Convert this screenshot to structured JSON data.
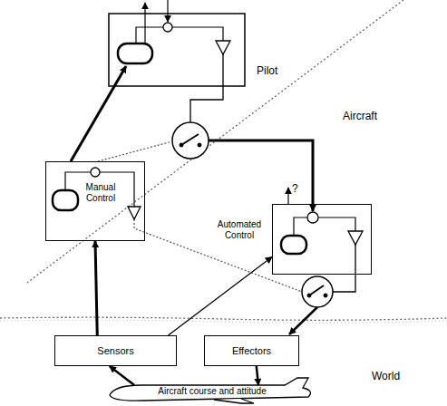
{
  "diagram": {
    "nodes": [
      {
        "text": [
          "Manual Control"
        ]
      },
      {
        "text": [
          "Automated Control"
        ]
      },
      {
        "text": [
          "Sensors"
        ]
      },
      {
        "text": [
          "Effectors"
        ]
      },
      {
        "text": [
          "Aircraft course and attitude"
        ]
      }
    ],
    "edges": [
      {
        "from": 2,
        "to": 0,
        "arrow": "to"
      },
      {
        "from": 2,
        "to": 1,
        "arrow": "to"
      },
      {
        "from": 4,
        "to": 2,
        "arrow": "to"
      },
      {
        "from": 3,
        "to": 4,
        "arrow": "to"
      }
    ],
    "labels": [
      "Pilot",
      "Aircraft",
      "?",
      "World"
    ]
  }
}
